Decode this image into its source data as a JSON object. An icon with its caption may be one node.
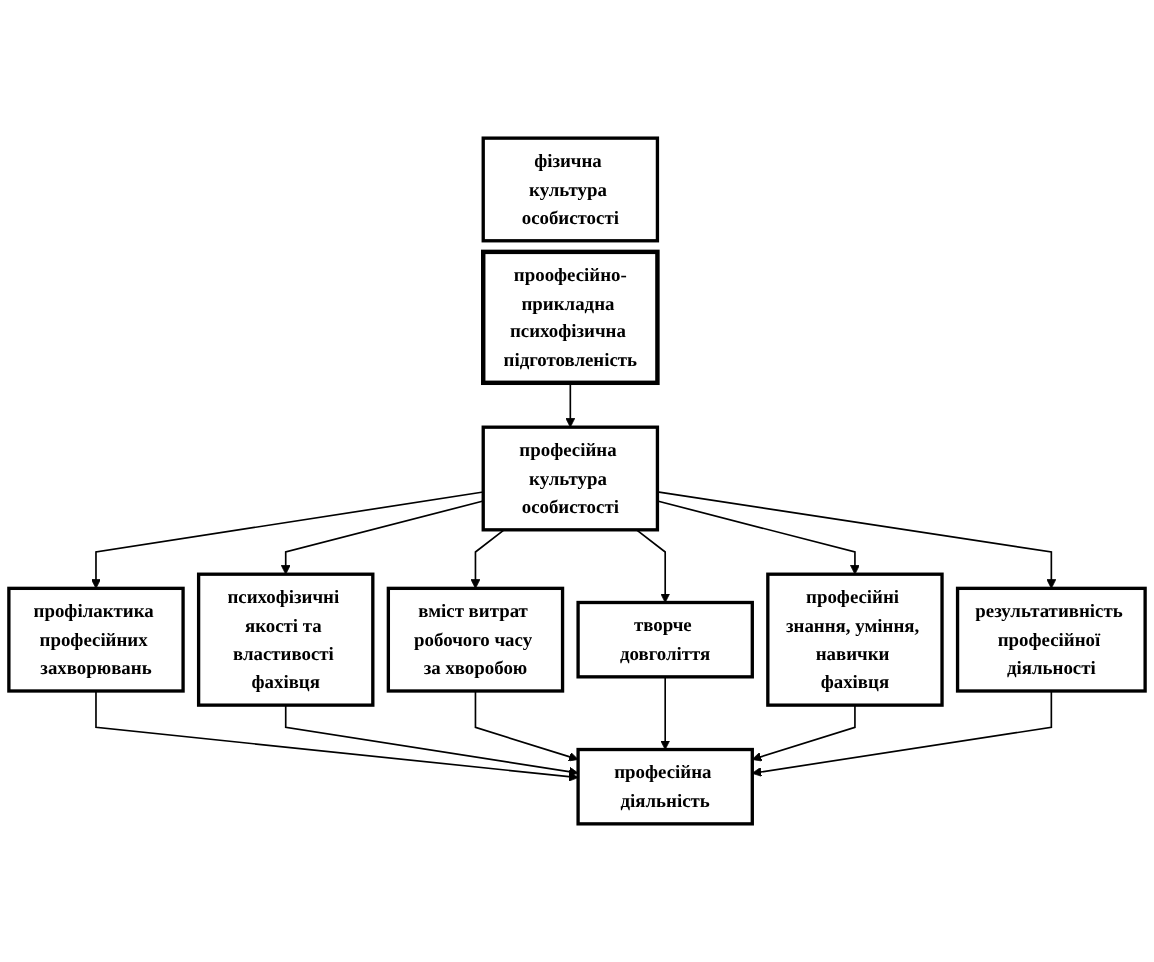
{
  "diagram": {
    "nodes": [
      {
        "text": [
          "фізична культура особистості"
        ]
      },
      {
        "text": [
          "проофесійно-прикладна психофізична підготовленість"
        ]
      },
      {
        "text": [
          "професійна культура особистості"
        ]
      },
      {
        "text": [
          "профілактика професійних захворювань"
        ]
      },
      {
        "text": [
          "психофізичні якості та властивості фахівця"
        ]
      },
      {
        "text": [
          "вміст витрат робочого часу за хворобою"
        ]
      },
      {
        "text": [
          "творче довголіття"
        ]
      },
      {
        "text": [
          "професійні знання, уміння, навички фахівця"
        ]
      },
      {
        "text": [
          "результативність професійної діяльності"
        ]
      },
      {
        "text": [
          "професійна діяльність"
        ]
      }
    ],
    "edges": [
      {
        "from": 1,
        "to": 2,
        "arrow": "to"
      },
      {
        "from": 2,
        "to": 3,
        "arrow": "to"
      },
      {
        "from": 2,
        "to": 4,
        "arrow": "to"
      },
      {
        "from": 2,
        "to": 5,
        "arrow": "to"
      },
      {
        "from": 2,
        "to": 6,
        "arrow": "to"
      },
      {
        "from": 2,
        "to": 7,
        "arrow": "to"
      },
      {
        "from": 2,
        "to": 8,
        "arrow": "to"
      },
      {
        "from": 3,
        "to": 9,
        "arrow": "to"
      },
      {
        "from": 4,
        "to": 9,
        "arrow": "to"
      },
      {
        "from": 5,
        "to": 9,
        "arrow": "to"
      },
      {
        "from": 6,
        "to": 9,
        "arrow": "to"
      },
      {
        "from": 7,
        "to": 9,
        "arrow": "to"
      },
      {
        "from": 8,
        "to": 9,
        "arrow": "to"
      }
    ]
  }
}
